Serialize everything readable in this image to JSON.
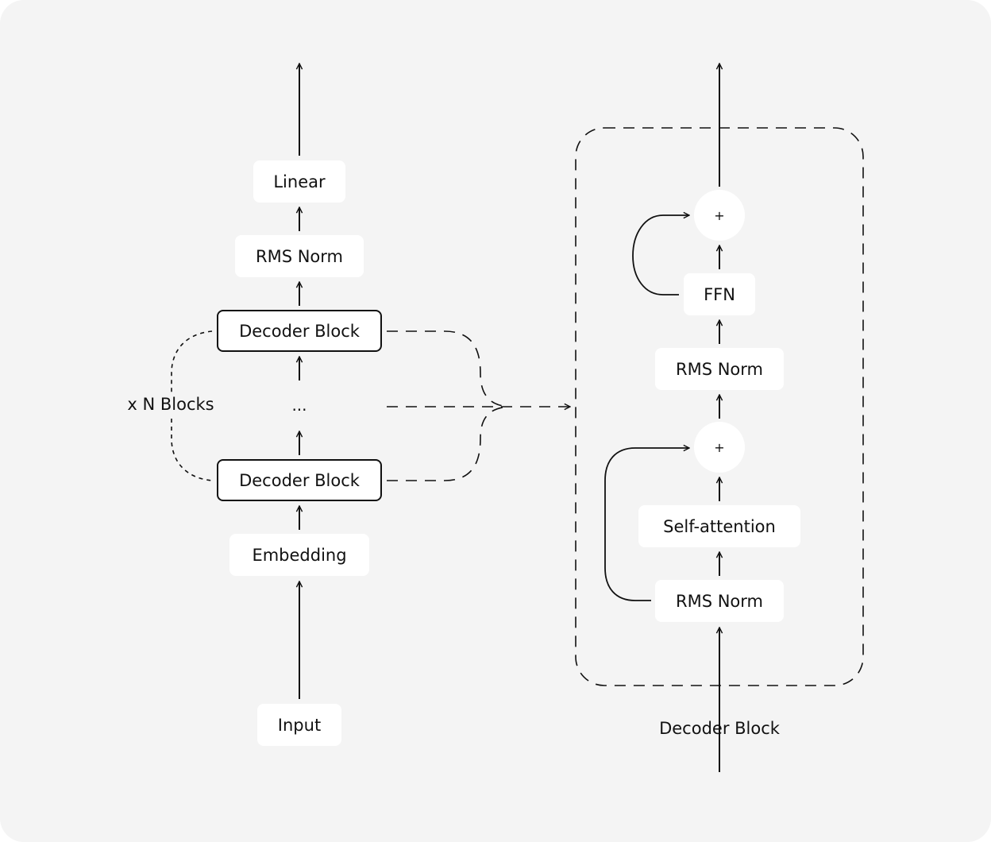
{
  "left_column": {
    "linear": "Linear",
    "rms_norm": "RMS Norm",
    "decoder_block_top": "Decoder Block",
    "ellipsis": "...",
    "decoder_block_bottom": "Decoder Block",
    "embedding": "Embedding",
    "input": "Input",
    "repeat_label": "x N Blocks"
  },
  "right_column": {
    "ffn": "FFN",
    "rms_norm_upper": "RMS Norm",
    "self_attention": "Self-attention",
    "rms_norm_lower": "RMS Norm",
    "add_upper": "+",
    "add_lower": "+",
    "input_label": "Decoder Block"
  },
  "colors": {
    "background": "#f4f4f4",
    "box_fill": "#ffffff",
    "stroke": "#111111"
  }
}
